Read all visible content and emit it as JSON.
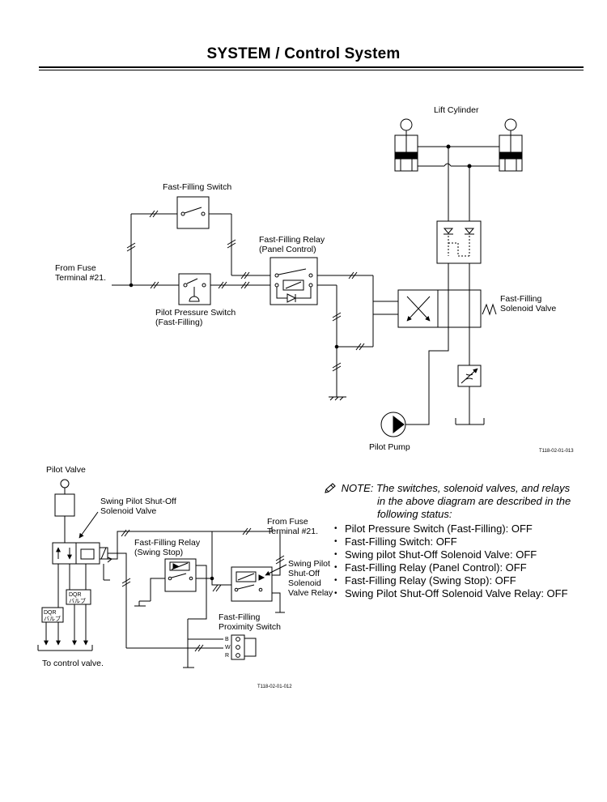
{
  "header": {
    "title": "SYSTEM / Control System"
  },
  "diagram_top": {
    "lift_cylinder": "Lift Cylinder",
    "fast_filling_switch": "Fast-Filling Switch",
    "fast_filling_relay_panel": [
      "Fast-Filling Relay",
      "(Panel Control)"
    ],
    "from_fuse": [
      "From Fuse",
      "Terminal #21."
    ],
    "pilot_pressure_switch": [
      "Pilot Pressure Switch",
      "(Fast-Filling)"
    ],
    "fast_filling_solenoid_valve": [
      "Fast-Filling",
      "Solenoid Valve"
    ],
    "pilot_pump": "Pilot Pump",
    "figure_code": "T118-02-01-013"
  },
  "diagram_bottom": {
    "pilot_valve": "Pilot Valve",
    "swing_pilot_shutoff_solenoid_valve": [
      "Swing Pilot Shut-Off",
      "Solenoid Valve"
    ],
    "fast_filling_relay_swing": [
      "Fast-Filling Relay",
      "(Swing Stop)"
    ],
    "from_fuse": [
      "From Fuse",
      "Terminal #21."
    ],
    "swing_pilot_shutoff_relay": [
      "Swing Pilot",
      "Shut-Off",
      "Solenoid",
      "Valve Relay"
    ],
    "fast_filling_proximity_switch": [
      "Fast-Filling",
      "Proximity Switch"
    ],
    "dqr_valve_label": [
      "DQR",
      "バルブ"
    ],
    "proximity_terminals": [
      "B",
      "W",
      "R"
    ],
    "to_control_valve": "To control valve.",
    "figure_code": "T118-02-01-012"
  },
  "note": {
    "label": "NOTE:",
    "text_first": "The switches, solenoid valves, and relays",
    "text_rest": [
      "in the above diagram are described in the",
      "following status:"
    ],
    "items": [
      "Pilot Pressure Switch (Fast-Filling): OFF",
      "Fast-Filling Switch: OFF",
      "Swing pilot Shut-Off Solenoid Valve: OFF",
      "Fast-Filling Relay (Panel Control): OFF",
      "Fast-Filling Relay (Swing Stop): OFF",
      "Swing Pilot Shut-Off Solenoid Valve Relay: OFF"
    ]
  }
}
